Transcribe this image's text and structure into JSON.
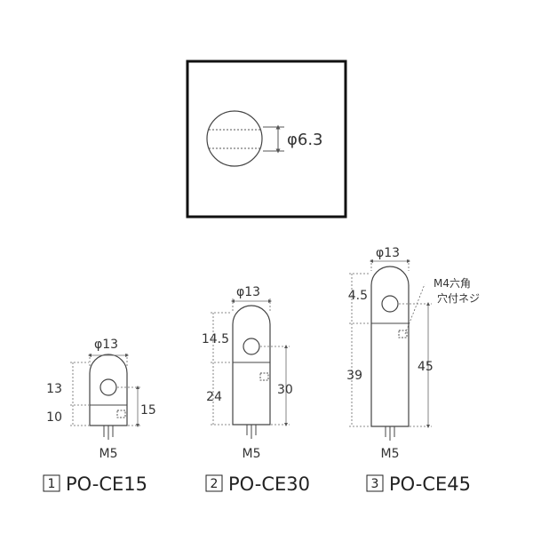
{
  "detail": {
    "diameter_label": "φ6.3"
  },
  "parts": [
    {
      "number": "1",
      "model": "PO-CE15",
      "width_label": "φ13",
      "top_label": "13",
      "bottom_label": "10",
      "total_label": "15",
      "thread_label": "M5"
    },
    {
      "number": "2",
      "model": "PO-CE30",
      "width_label": "φ13",
      "top_label": "14.5",
      "bottom_label": "24",
      "total_label": "30",
      "thread_label": "M5"
    },
    {
      "number": "3",
      "model": "PO-CE45",
      "width_label": "φ13",
      "top_label": "4.5",
      "bottom_label": "39",
      "total_label": "45",
      "thread_label": "M5",
      "note_line1": "M4六角",
      "note_line2": "穴付ネジ"
    }
  ]
}
